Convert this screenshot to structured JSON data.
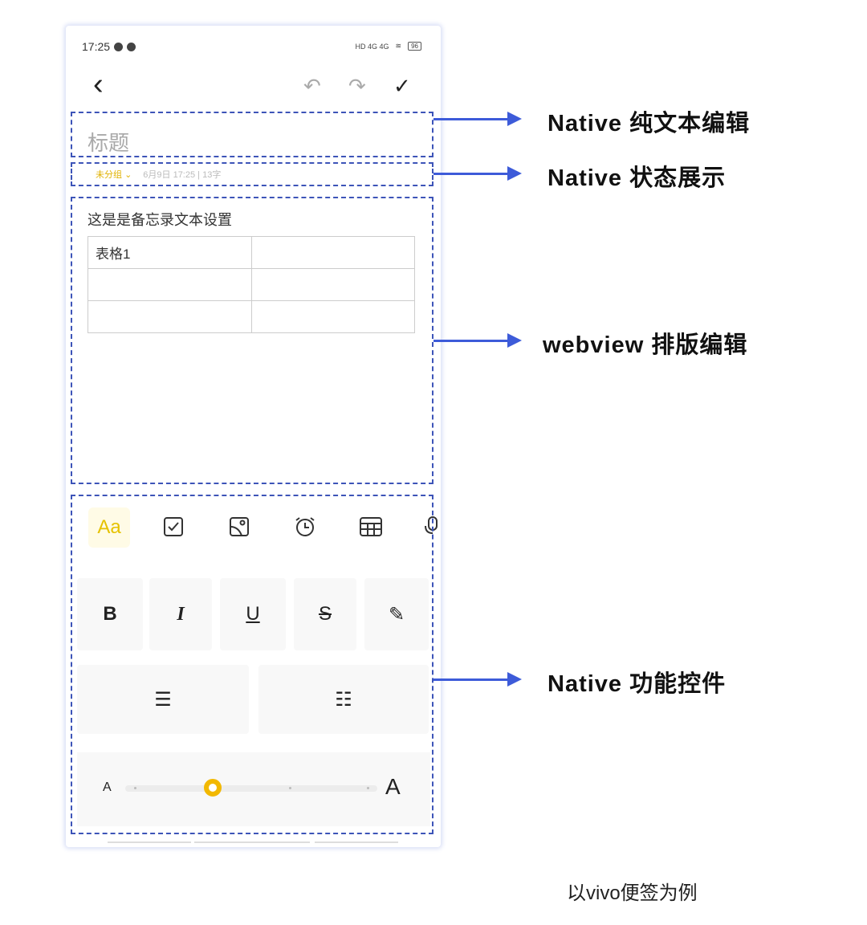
{
  "status_bar": {
    "time": "17:25",
    "network": "HD 4G 4G",
    "battery": "96"
  },
  "nav": {
    "back": "‹",
    "undo": "↶",
    "redo": "↷",
    "done": "✓"
  },
  "editor": {
    "title_placeholder": "标题",
    "group": "未分组",
    "date": "6月9日 17:25",
    "separator": "|",
    "word_count": "13字",
    "body_text": "这是是备忘录文本设置",
    "table": [
      [
        "表格1",
        ""
      ],
      [
        "",
        ""
      ],
      [
        "",
        ""
      ]
    ]
  },
  "toolbar": {
    "text_style": "Aa"
  },
  "format_keys": {
    "bold": "B",
    "italic": "I",
    "underline": "U",
    "strike": "S"
  },
  "font_size": {
    "small_label": "A",
    "large_label": "A",
    "steps": 4,
    "selected_index": 1,
    "accent": "#f2b800"
  },
  "annotations": {
    "title": "Native 纯文本编辑",
    "status": "Native 状态展示",
    "webview": "webview 排版编辑",
    "controls": "Native 功能控件"
  },
  "caption": "以vivo便签为例"
}
